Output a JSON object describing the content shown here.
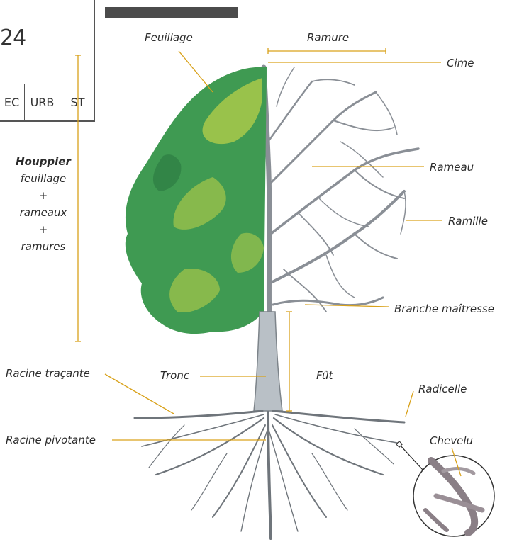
{
  "top_frame": {
    "number": "24",
    "cells": [
      "EC",
      "URB",
      "ST"
    ]
  },
  "houppier": {
    "title": "Houppier",
    "lines": [
      "feuillage",
      "+",
      "rameaux",
      "+",
      "ramures"
    ]
  },
  "labels": {
    "feuillage": "Feuillage",
    "ramure": "Ramure",
    "cime": "Cime",
    "rameau": "Rameau",
    "ramille": "Ramille",
    "branche_maitresse": "Branche maîtresse",
    "racine_tracante": "Racine traçante",
    "tronc": "Tronc",
    "fut": "Fût",
    "radicelle": "Radicelle",
    "racine_pivotante": "Racine pivotante",
    "chevelu": "Chevelu"
  },
  "colors": {
    "leader": "#d9a21b",
    "foliage": "#3f9a52",
    "foliage_light": "#b8cf4a",
    "branches": "#8a8f96",
    "trunk": "#b9c0c6",
    "header_bar": "#4b4b4b"
  }
}
